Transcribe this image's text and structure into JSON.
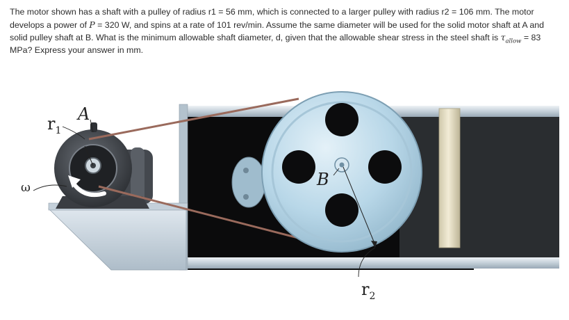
{
  "problem": {
    "seg1": "The motor shown has a shaft with a pulley of radius r1 = 56 mm, which is connected to a larger pulley with radius r2 = 106 mm. The motor develops a power of ",
    "power_symbol": "P",
    "seg2": " = 320 W, and spins at a rate of 101 rev/min. Assume the same diameter will be used for the solid motor shaft at A and solid pulley shaft at B. What is the minimum allowable shaft diameter, d, given that the allowable shear stress in the steel shaft is ",
    "tau_symbol": "τ",
    "tau_subscript": "allow",
    "seg3": " = 83 MPa? Express your answer in mm."
  },
  "figure": {
    "label_r1": "r",
    "label_r1_sub": "1",
    "label_A": "A",
    "label_B": "B",
    "label_omega": "ω",
    "label_r2": "r",
    "label_r2_sub": "2"
  },
  "colors": {
    "text": "#2b2b2b",
    "pulley": "#b9d9ea",
    "belt": "#9a6a5c",
    "frame": "#c9d5df",
    "motor": "#3b3e43",
    "roller": "#e4ddc3"
  }
}
